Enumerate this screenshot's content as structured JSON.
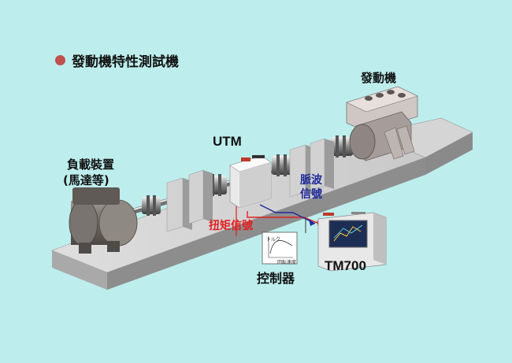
{
  "title": "發動機特性測試機",
  "labels": {
    "engine": "發動機",
    "utm": "UTM",
    "load_line1": "負載裝置",
    "load_line2": "(馬達等)",
    "pulse_line1": "脈波",
    "pulse_line2": "信號",
    "torque_signal": "扭矩信號",
    "controller": "控制器",
    "tm700": "TM700"
  },
  "controller_graph": {
    "ylabel": "トルク",
    "xlabel": "回転速度"
  },
  "colors": {
    "background": "#bdeeed",
    "title_bullet": "#c0504d",
    "torque_line": "#e02020",
    "pulse_line": "#1f2a9a"
  }
}
